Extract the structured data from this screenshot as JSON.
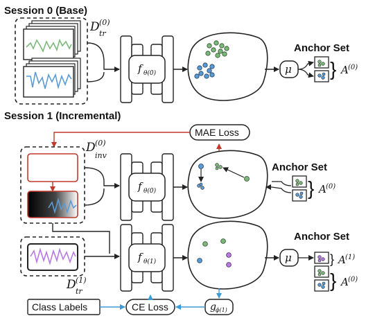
{
  "sessions": {
    "base": "Session 0 (Base)",
    "incremental": "Session 1 (Incremental)"
  },
  "datasets": {
    "train0": {
      "sym": "D",
      "sup": "(0)",
      "sub": "tr"
    },
    "inv0": {
      "sym": "D",
      "sup": "(0)",
      "sub": "inv"
    },
    "train1": {
      "sym": "D",
      "sup": "(1)",
      "sub": "tr"
    }
  },
  "encoders": {
    "theta0": {
      "sym": "f",
      "sub": "θ(0)"
    },
    "theta0_inv": {
      "sym": "f",
      "sub": "θ(0)"
    },
    "theta1": {
      "sym": "f",
      "sub": "θ(1)"
    }
  },
  "mu": "μ",
  "anchor_label": "Anchor Set",
  "anchor_sets": {
    "a0": {
      "sym": "A",
      "sup": "(0)"
    },
    "a1": {
      "sym": "A",
      "sup": "(1)"
    }
  },
  "losses": {
    "mae": "MAE Loss",
    "ce": "CE Loss",
    "class_labels": "Class Labels"
  },
  "classifier": {
    "sym": "g",
    "sub": "ϕ(1)"
  },
  "colors": {
    "class0": "#7cb87a",
    "class1": "#5a9bd5",
    "class2": "#b57be0",
    "mae_arrow": "#c0392b",
    "ce_arrow": "#3a9bd5"
  }
}
